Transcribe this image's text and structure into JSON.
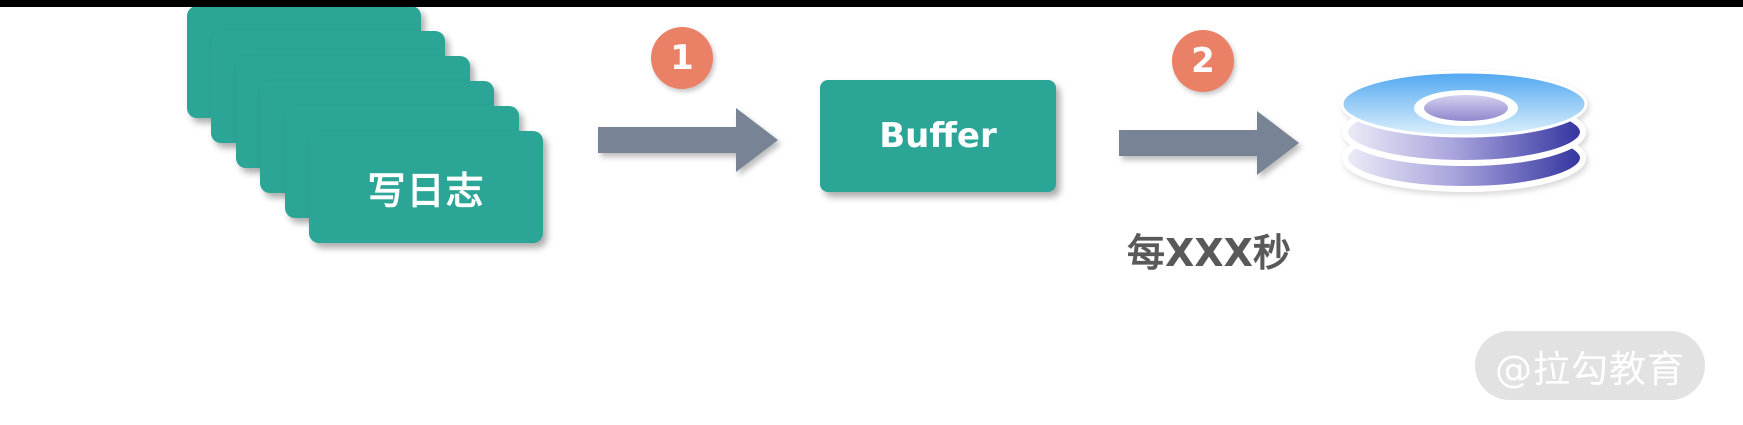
{
  "colors": {
    "teal": "#2aa596",
    "badge_orange": "#ea8166",
    "arrow_gray": "#788495",
    "caption_gray": "#595959",
    "watermark_bg": "#e2e2e2",
    "disk_blue_top": "#4fa7f1",
    "disk_indigo": "#32339f",
    "top_bar": "#000000"
  },
  "nodes": {
    "log_stack": {
      "label": "写日志",
      "card_count": 6
    },
    "buffer": {
      "label": "Buffer"
    },
    "disk": {
      "icon": "disk-stack-icon"
    }
  },
  "steps": [
    {
      "badge": "1"
    },
    {
      "badge": "2",
      "caption": "每XXX秒"
    }
  ],
  "watermark": {
    "text": "@拉勾教育"
  }
}
